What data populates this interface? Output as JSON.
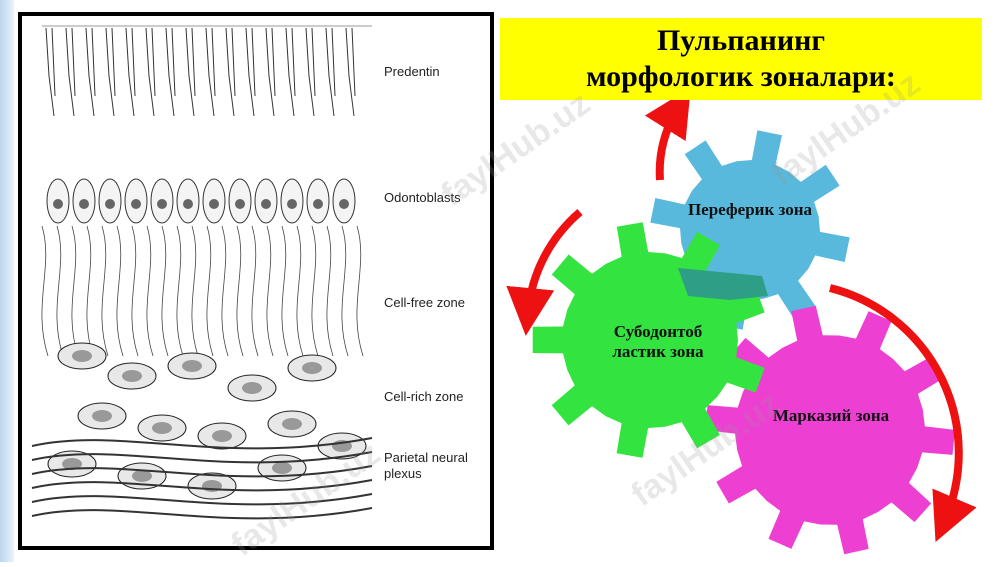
{
  "title": "Пульпанинг морфологик зоналари:",
  "illustration": {
    "labels": {
      "predentin": "Predentin",
      "odontoblasts": "Odontoblasts",
      "cell_free_zone": "Cell-free zone",
      "cell_rich_zone": "Cell-rich zone",
      "parietal_neural_plexus": "Parietal neural plexus"
    }
  },
  "gears": {
    "peripheral": {
      "label": "Переферик зона",
      "color": "#58b9dc"
    },
    "subodontoblastic": {
      "label": "Субодонтоб ластик зона",
      "color": "#33e33f"
    },
    "central": {
      "label": "Марказий зона",
      "color": "#ee3fd3"
    }
  },
  "arrow_color": "#ee1111",
  "watermark": "faylHub.uz"
}
